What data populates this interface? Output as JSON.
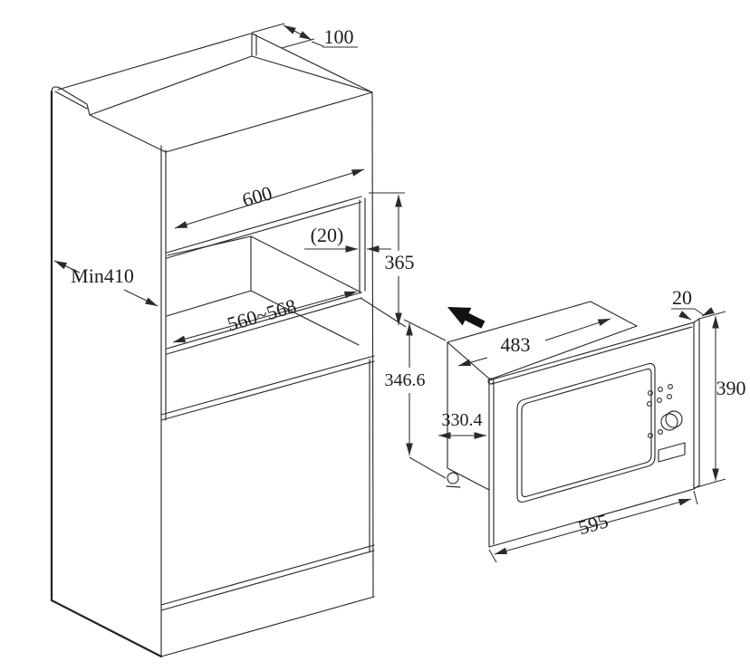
{
  "cabinet": {
    "vent_depth": "100",
    "front_width": "600",
    "side_gap": "(20)",
    "niche_height": "365",
    "min_depth": "Min410",
    "niche_width": "560~568"
  },
  "oven": {
    "body_width": "483",
    "trim_thickness": "20",
    "frame_height": "390",
    "body_height": "346.6",
    "body_depth": "330.4",
    "frame_width": "595"
  },
  "colors": {
    "line": "#2b2b2b",
    "background": "#ffffff",
    "arrow_fill": "#111111"
  }
}
